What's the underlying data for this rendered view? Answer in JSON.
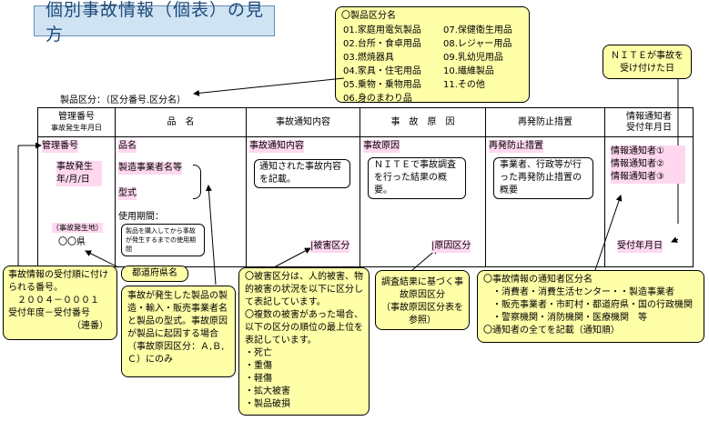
{
  "title": "個別事故情報（個表）の見方",
  "category_box": {
    "heading": "〇製品区分名",
    "left": [
      "01.家庭用電気製品",
      "02.台所・食卓用品",
      "03.燃焼器具",
      "04.家具・住宅用品",
      "05.乗物・乗物用品",
      "06.身のまわり品"
    ],
    "right": [
      "07.保健衛生用品",
      "08.レジャー用品",
      "09.乳幼児用品",
      "10.繊維製品",
      "11.その他"
    ]
  },
  "nite_note": "ＮＩＴＥが事故を受け付けた日",
  "product_category_label": "製品区分：（区分番号.区分名）",
  "headers": {
    "mgmt": "管理番号",
    "mgmt_sub": "事故発生年月日",
    "product": "品　名",
    "notice": "事故通知内容",
    "cause": "事　故　原　因",
    "prevent": "再発防止措置",
    "informant": "情報通知者",
    "informant_sub": "受付年月日"
  },
  "cells": {
    "mgmt_no": "管理番号",
    "date": "事故発生\n年/月/日",
    "location_tag": "（事故発生地）",
    "prefecture": "〇〇県",
    "product_name": "品名",
    "maker": "製造事業者名等",
    "model": "型式",
    "period_label": "使用期間：",
    "period_text": "製品を購入してから事故が発生するまでの使用期間",
    "notice_title": "事故通知内容",
    "notice_text": "通知された事故内容を記載。",
    "damage": "被害区分",
    "cause_title": "事故原因",
    "cause_text": "ＮＩＴＥで事故調査を行った結果の概要。",
    "cause_class": "原因区分",
    "prevent_title": "再発防止措置",
    "prevent_text": "事業者、行政等が行った再発防止措置の概要",
    "informants": [
      "情報通知者①",
      "情報通知者②",
      "情報通知者③"
    ],
    "receipt_date": "受付年月日"
  },
  "notes": {
    "serial": "事故情報の受付順に付けられる番号。",
    "serial_example": "２００４－０００１",
    "serial_format": "受付年度－受付番号",
    "serial_suffix": "（連番）",
    "prefecture_name": "都道府県名",
    "product_note": "事故が発生した製品の製造・輸入・販売事業者名と製品の型式。事故原因が製品に起因する場合（事故原因区分：Ａ,Ｂ,Ｃ）にのみ",
    "damage_intro": "〇被害区分は、人的被害、物的被害の状況を以下に区分して表記しています。",
    "damage_intro2": "〇複数の被害があった場合、以下の区分の順位の最上位を表記しています。",
    "damage_list": [
      "・死亡",
      "・重傷",
      "・軽傷",
      "・拡大被害",
      "・製品破損"
    ],
    "cause_note": "調査結果に基づく事故原因区分\n（事故原因区分表を参照）",
    "informant_title": "〇事故情報の通知者区分名",
    "informant_lines": [
      "・消費者・消費生活センター・・製造事業者",
      "・販売事業者・市町村・都道府県・国の行政機関",
      "・警察機関・消防機関・医療機関　等"
    ],
    "informant_all": "〇通知者の全てを記載（通知順）"
  }
}
